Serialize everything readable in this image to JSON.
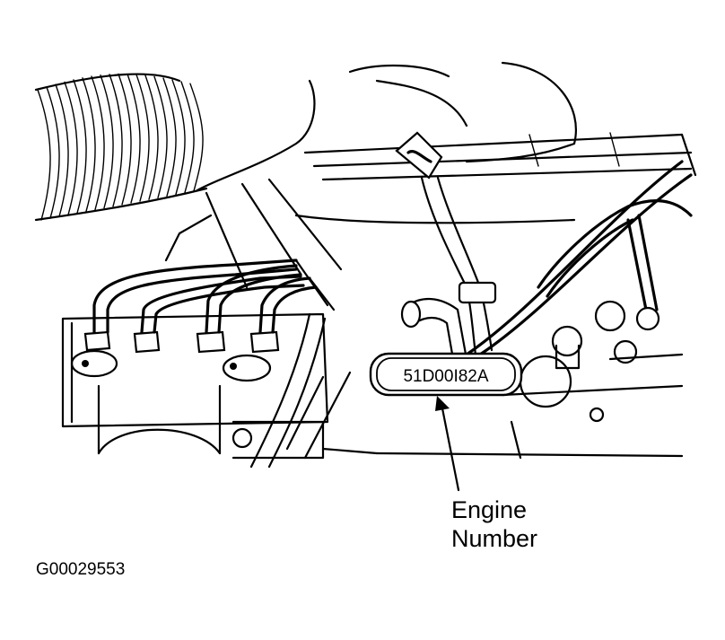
{
  "plate": {
    "text": "51D00I82A"
  },
  "callout": {
    "line1": "Engine",
    "line2": "Number"
  },
  "figure_id": "G00029553"
}
